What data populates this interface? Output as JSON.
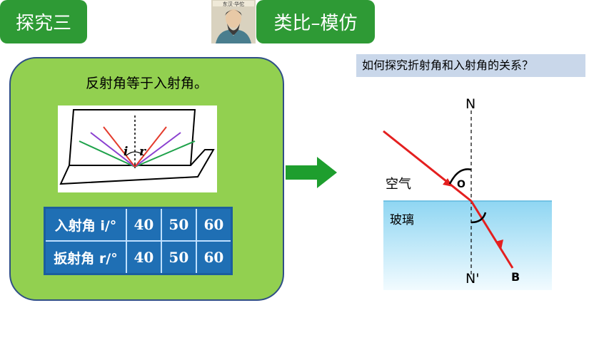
{
  "header": {
    "tag_left": "探究三",
    "tag_right": "类比–模仿",
    "portrait_text": "东汉·华佗"
  },
  "left_panel": {
    "caption": "反射角等于入射角。",
    "figure_labels": {
      "incident": "i",
      "reflected": "r"
    },
    "table": {
      "rows": [
        {
          "label": "入射角 i/°",
          "values": [
            "40",
            "50",
            "60"
          ]
        },
        {
          "label": "扳射角 r/°",
          "values": [
            "40",
            "50",
            "60"
          ]
        }
      ]
    }
  },
  "right_panel": {
    "question": "如何探究折射角和入射角的关系？",
    "labels": {
      "normal_top": "N",
      "normal_bottom": "N'",
      "air": "空气",
      "glass": "玻璃",
      "point_o": "O",
      "point_b": "B"
    }
  },
  "colors": {
    "tag_green": "#2e9a35",
    "panel_green": "#92d050",
    "arrow_green": "#1e9e2e",
    "ray_red": "#e41f1f",
    "glass_blue": "#8fd6f2",
    "table_blue": "#1f6fb4"
  }
}
